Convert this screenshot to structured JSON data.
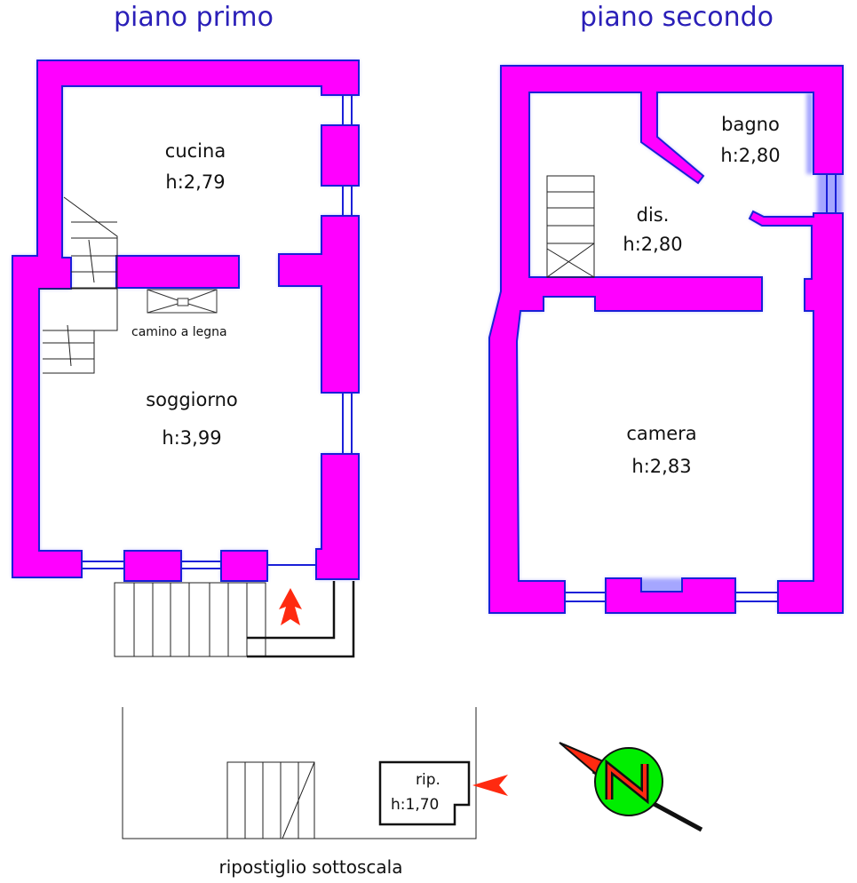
{
  "plans": {
    "floor1_title": "piano primo",
    "floor2_title": "piano secondo"
  },
  "rooms": {
    "cucina": {
      "name": "cucina",
      "height": "h:2,79"
    },
    "soggiorno": {
      "name": "soggiorno",
      "height": "h:3,99"
    },
    "fireplace": {
      "name": "camino a legna"
    },
    "bagno": {
      "name": "bagno",
      "height": "h:2,80"
    },
    "dis": {
      "name": "dis.",
      "height": "h:2,80"
    },
    "camera": {
      "name": "camera",
      "height": "h:2,83"
    },
    "rip": {
      "name": "rip.",
      "height": "h:1,70"
    }
  },
  "understairs": {
    "caption": "ripostiglio sottoscala"
  },
  "colors": {
    "wall_fill": "#ff00ff",
    "wall_outline": "#1a20d8",
    "title_blue": "#2a1fb8",
    "arrow_red": "#ff2a10",
    "compass_green": "#00ee00"
  },
  "icons": {
    "entrance_arrow": "red-arrow-up-icon",
    "storage_arrow": "red-arrow-left-icon",
    "compass": "north-compass-icon"
  }
}
